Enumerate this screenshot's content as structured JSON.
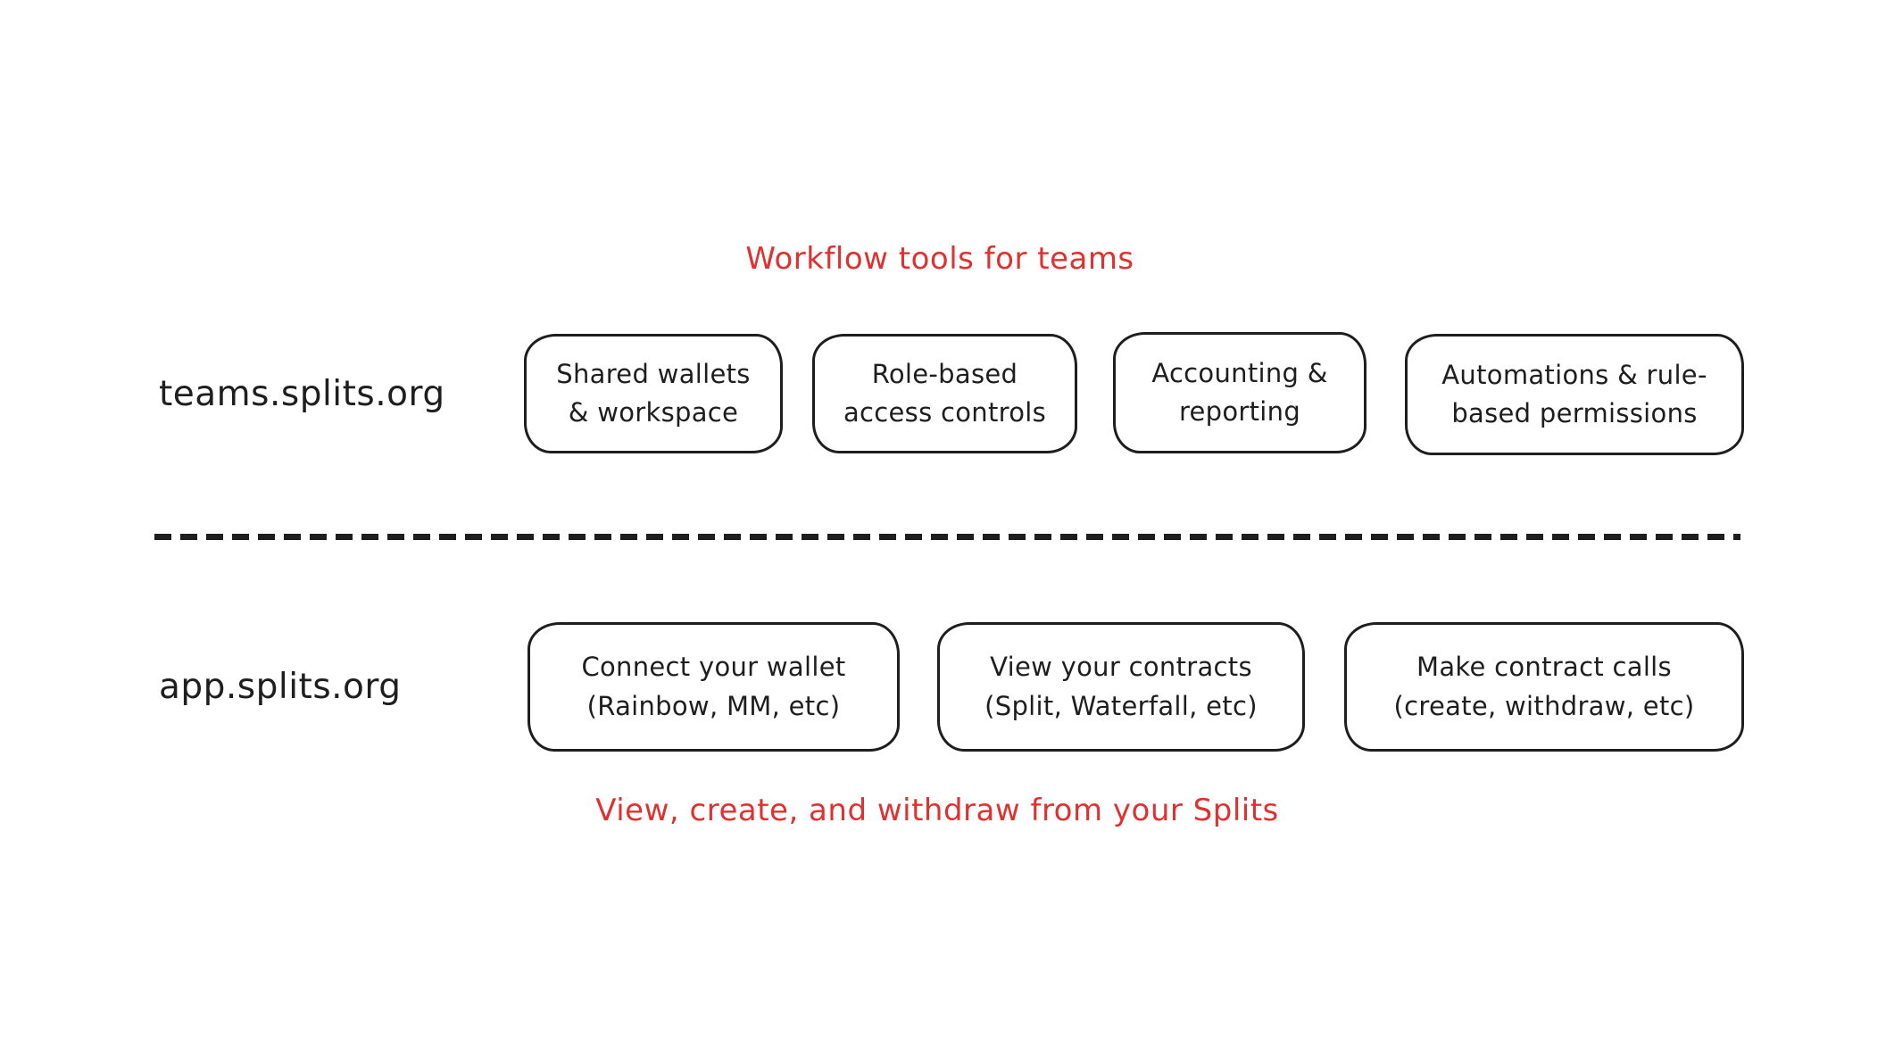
{
  "colors": {
    "ink": "#1e1e1e",
    "accent_red": "#e03131",
    "background": "#ffffff"
  },
  "diagram": {
    "top_caption": "Workflow tools for teams",
    "bottom_caption": "View, create, and withdraw from your Splits",
    "divider_style": "dashed",
    "rows": [
      {
        "label": "teams.splits.org",
        "boxes": [
          {
            "label": "Shared wallets\n& workspace"
          },
          {
            "label": "Role-based\naccess controls"
          },
          {
            "label": "Accounting &\nreporting"
          },
          {
            "label": "Automations & rule-\nbased permissions"
          }
        ]
      },
      {
        "label": "app.splits.org",
        "boxes": [
          {
            "label": "Connect your wallet\n(Rainbow, MM, etc)"
          },
          {
            "label": "View your contracts\n(Split, Waterfall, etc)"
          },
          {
            "label": "Make contract calls\n(create, withdraw, etc)"
          }
        ]
      }
    ]
  }
}
